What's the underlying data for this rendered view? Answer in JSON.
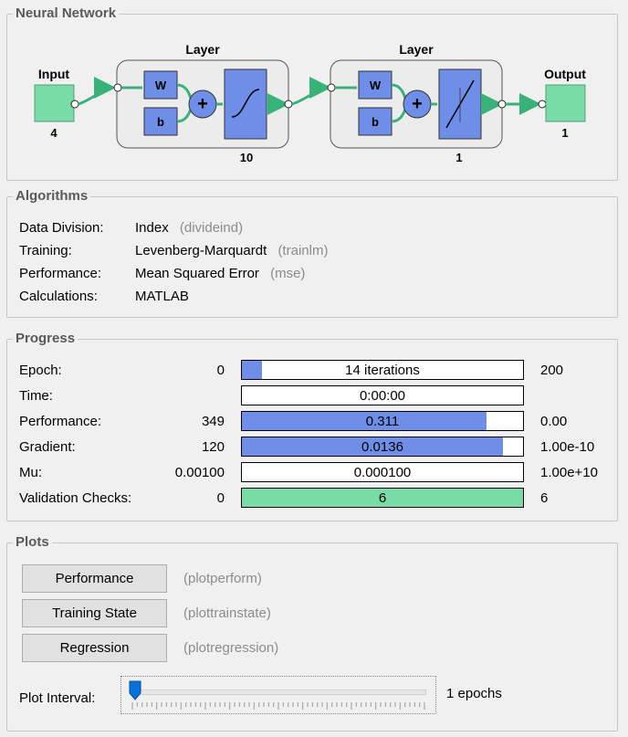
{
  "network": {
    "title": "Neural Network",
    "input_label": "Input",
    "input_size": "4",
    "layer1_label": "Layer",
    "layer1_size": "10",
    "layer2_label": "Layer",
    "layer2_size": "1",
    "output_label": "Output",
    "output_size": "1",
    "weight_label": "W",
    "bias_label": "b",
    "sum_symbol": "+"
  },
  "algorithms": {
    "title": "Algorithms",
    "rows": [
      {
        "label": "Data Division:",
        "value": "Index",
        "hint": "(divideind)"
      },
      {
        "label": "Training:",
        "value": "Levenberg-Marquardt",
        "hint": "(trainlm)"
      },
      {
        "label": "Performance:",
        "value": "Mean Squared Error",
        "hint": "(mse)"
      },
      {
        "label": "Calculations:",
        "value": "MATLAB",
        "hint": ""
      }
    ]
  },
  "progress": {
    "title": "Progress",
    "rows": [
      {
        "label": "Epoch:",
        "start": "0",
        "text": "14 iterations",
        "end": "200",
        "fill": 0.07,
        "color": "#6f8ee8"
      },
      {
        "label": "Time:",
        "start": "",
        "text": "0:00:00",
        "end": "",
        "fill": 0,
        "color": "#6f8ee8"
      },
      {
        "label": "Performance:",
        "start": "349",
        "text": "0.311",
        "end": "0.00",
        "fill": 0.87,
        "color": "#6f8ee8"
      },
      {
        "label": "Gradient:",
        "start": "120",
        "text": "0.0136",
        "end": "1.00e-10",
        "fill": 0.93,
        "color": "#6f8ee8"
      },
      {
        "label": "Mu:",
        "start": "0.00100",
        "text": "0.000100",
        "end": "1.00e+10",
        "fill": 0,
        "color": "#6f8ee8"
      },
      {
        "label": "Validation Checks:",
        "start": "0",
        "text": "6",
        "end": "6",
        "fill": 1.0,
        "color": "#79dca7"
      }
    ]
  },
  "plots": {
    "title": "Plots",
    "buttons": [
      {
        "label": "Performance",
        "hint": "(plotperform)"
      },
      {
        "label": "Training State",
        "hint": "(plottrainstate)"
      },
      {
        "label": "Regression",
        "hint": "(plotregression)"
      }
    ],
    "interval_label": "Plot Interval:",
    "interval_value": "1 epochs",
    "slider_position": 0.0
  },
  "colors": {
    "node_green": "#79dca7",
    "block_blue": "#6f8ee8",
    "link_green": "#39b27a"
  }
}
